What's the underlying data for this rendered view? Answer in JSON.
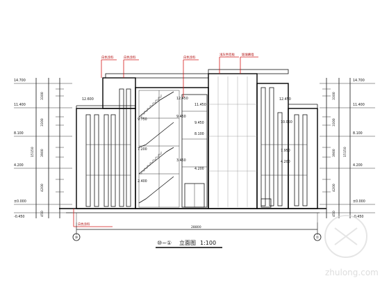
{
  "drawing": {
    "title": "立面图",
    "axis_range": "⑩~①",
    "scale": "1:100",
    "axis_start": "⑩",
    "axis_end": "①"
  },
  "levels_left": [
    {
      "value": "14.700"
    },
    {
      "value": "11.400"
    },
    {
      "value": "8.100"
    },
    {
      "value": "4.200"
    },
    {
      "value": "±0.000"
    },
    {
      "value": "-0.450"
    }
  ],
  "levels_right": [
    {
      "value": "14.700"
    },
    {
      "value": "11.400"
    },
    {
      "value": "8.100"
    },
    {
      "value": "4.200"
    },
    {
      "value": "±0.000"
    },
    {
      "value": "-0.450"
    }
  ],
  "inner_levels": [
    {
      "value": "12.600"
    },
    {
      "value": "12.450"
    },
    {
      "value": "11.450"
    },
    {
      "value": "12.450"
    },
    {
      "value": "10.050"
    },
    {
      "value": "9.750"
    },
    {
      "value": "9.450"
    },
    {
      "value": "9.450"
    },
    {
      "value": "8.100"
    },
    {
      "value": "7.200"
    },
    {
      "value": "7.950"
    },
    {
      "value": "4.200"
    },
    {
      "value": "3.450"
    },
    {
      "value": "4.200"
    },
    {
      "value": "2.400"
    }
  ],
  "dims_left": [
    {
      "value": "3300"
    },
    {
      "value": "3300"
    },
    {
      "value": "3900"
    },
    {
      "value": "4200"
    },
    {
      "value": "450"
    },
    {
      "value": "15150"
    }
  ],
  "dims_right": [
    {
      "value": "3300"
    },
    {
      "value": "3300"
    },
    {
      "value": "3900"
    },
    {
      "value": "4200"
    },
    {
      "value": "450"
    },
    {
      "value": "15150"
    }
  ],
  "overall_width": "28800",
  "callouts": [
    {
      "label": "白色涂料"
    },
    {
      "label": "白色涂料"
    },
    {
      "label": "白色涂料"
    },
    {
      "label": "浅灰色铝板"
    },
    {
      "label": "玻璃幕墙"
    },
    {
      "label": "白色涂料"
    }
  ],
  "watermark": "zhulong.com"
}
